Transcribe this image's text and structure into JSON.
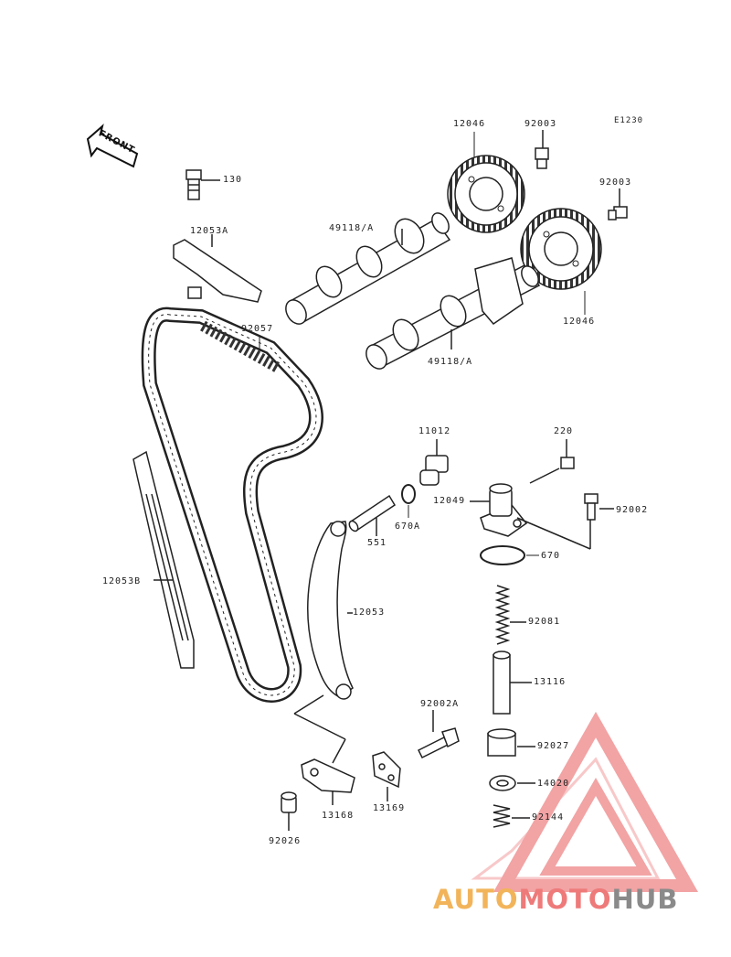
{
  "diagram": {
    "code": "E1230",
    "front_label": "FRONT",
    "parts": [
      {
        "id": "130"
      },
      {
        "id": "12053A"
      },
      {
        "id": "12046"
      },
      {
        "id": "92003"
      },
      {
        "id": "92003"
      },
      {
        "id": "49118/A"
      },
      {
        "id": "12046"
      },
      {
        "id": "92057"
      },
      {
        "id": "49118/A"
      },
      {
        "id": "11012"
      },
      {
        "id": "220"
      },
      {
        "id": "12049"
      },
      {
        "id": "92002"
      },
      {
        "id": "670A"
      },
      {
        "id": "551"
      },
      {
        "id": "670"
      },
      {
        "id": "12053B"
      },
      {
        "id": "12053"
      },
      {
        "id": "92081"
      },
      {
        "id": "13116"
      },
      {
        "id": "92002A"
      },
      {
        "id": "92027"
      },
      {
        "id": "14020"
      },
      {
        "id": "92144"
      },
      {
        "id": "13168"
      },
      {
        "id": "13169"
      },
      {
        "id": "92026"
      }
    ]
  },
  "watermark": {
    "brand_part1": "AUTO",
    "brand_part2": "MOTO",
    "brand_part3": "HUB",
    "color1": "#f2b45a",
    "color2": "#ee7a7a",
    "color3": "#8a8a8a"
  }
}
